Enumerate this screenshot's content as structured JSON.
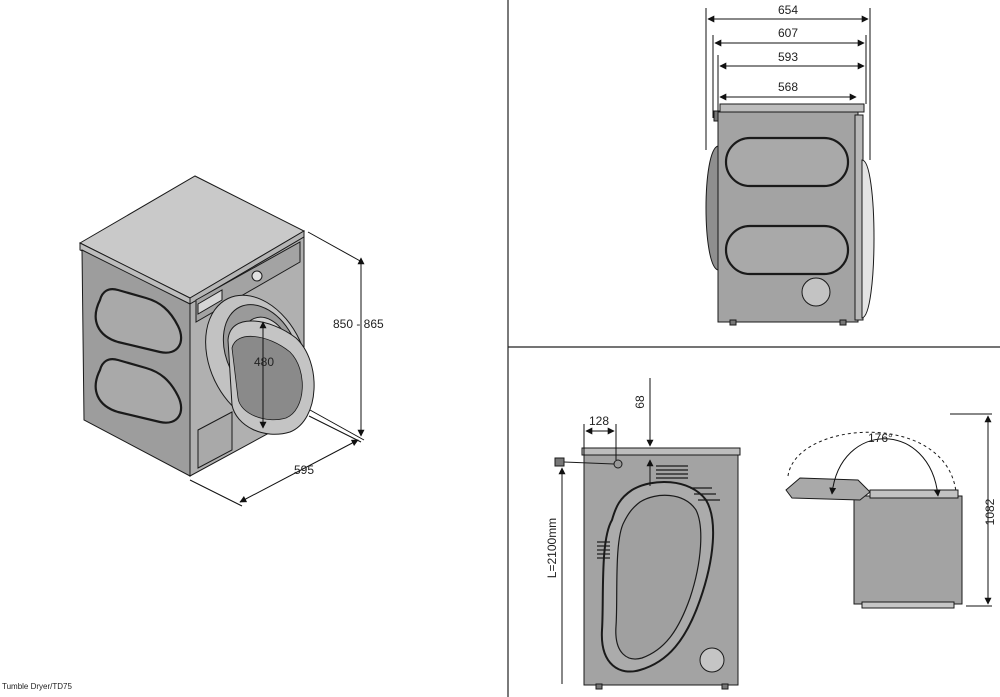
{
  "caption": "Tumble Dryer/TD75",
  "front_view": {
    "height": "850 - 865",
    "width": "595",
    "door_opening": "480"
  },
  "side_view": {
    "depth_total": "654",
    "depth_door": "607",
    "depth_top": "593",
    "depth_body": "568"
  },
  "rear_view": {
    "offset_horizontal": "128",
    "offset_vertical": "68",
    "cable_length": "L=2100mm"
  },
  "door_view": {
    "angle": "176°",
    "height_open": "1082"
  },
  "colors": {
    "body": "#a8a8a8",
    "body_dark": "#8e8e8e",
    "top": "#c9c9c9",
    "line": "#1a1a1a",
    "frame": "#222222"
  }
}
